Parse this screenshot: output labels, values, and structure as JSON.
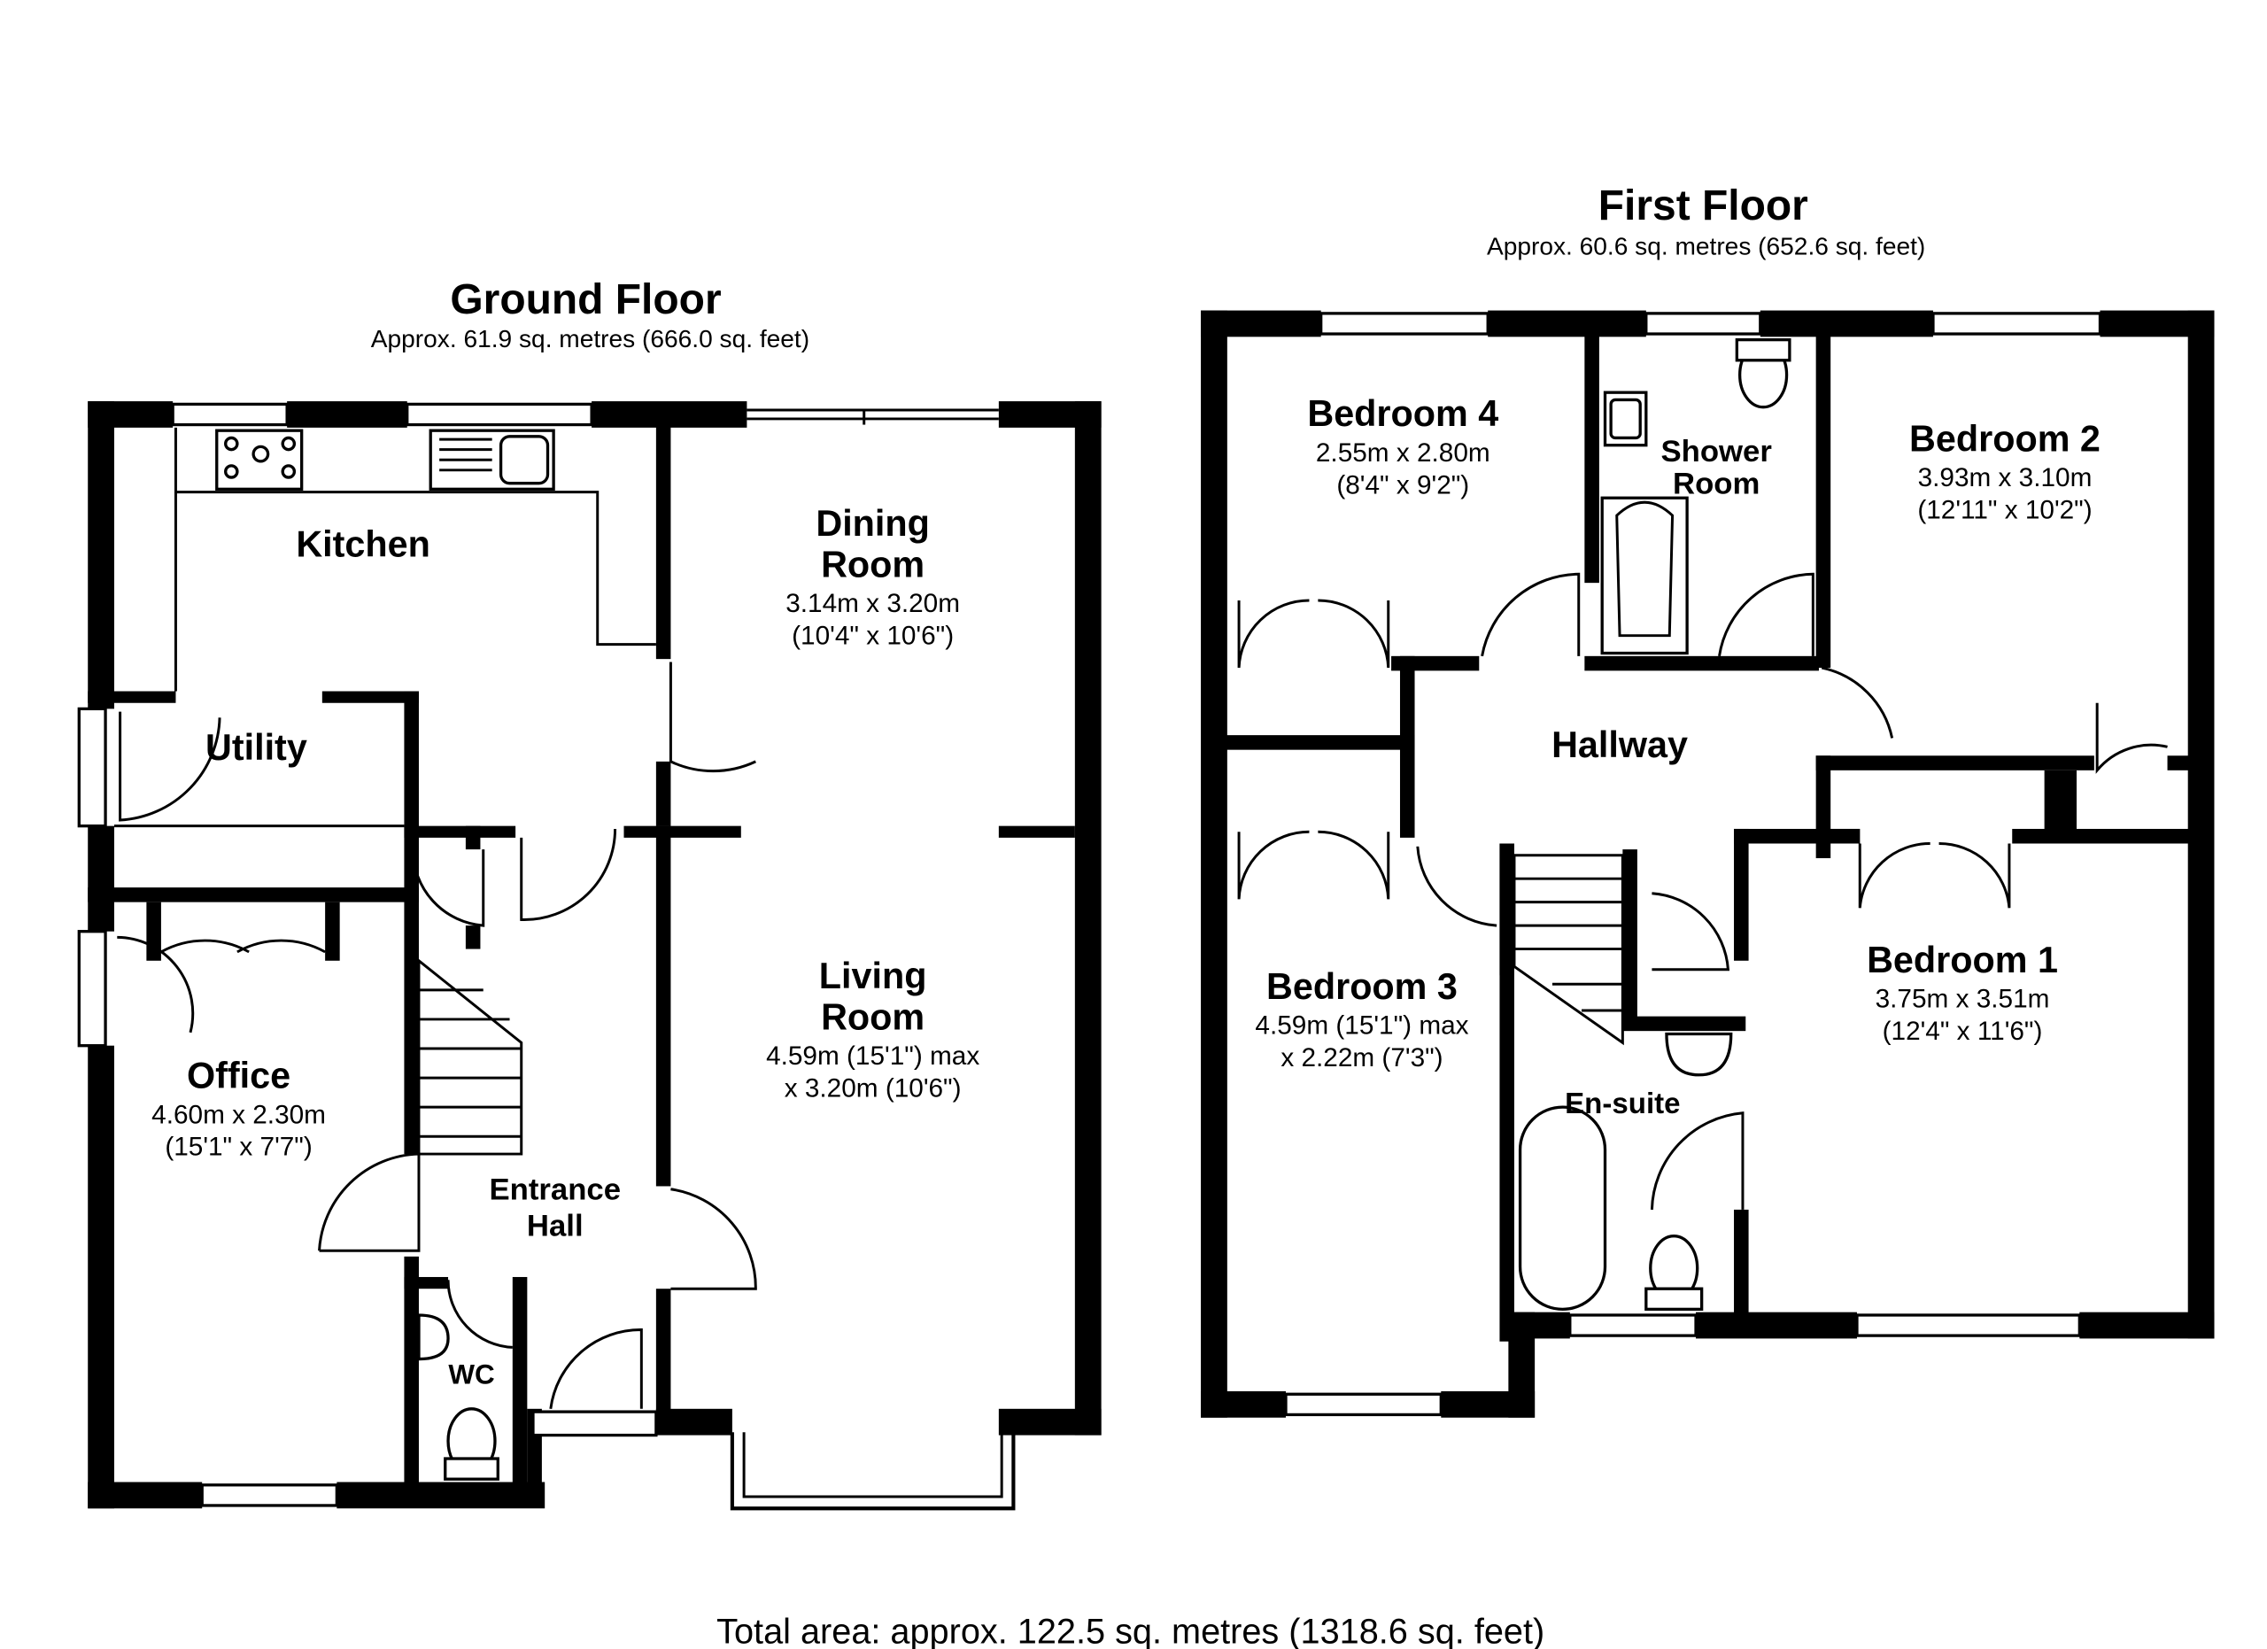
{
  "ground_floor": {
    "title": "Ground Floor",
    "area": "Approx. 61.9 sq. metres (666.0 sq. feet)",
    "rooms": {
      "kitchen": {
        "name": "Kitchen"
      },
      "utility": {
        "name": "Utility"
      },
      "dining": {
        "name_1": "Dining",
        "name_2": "Room",
        "dim_1": "3.14m x 3.20m",
        "dim_2": "(10'4\" x 10'6\")"
      },
      "living": {
        "name_1": "Living",
        "name_2": "Room",
        "dim_1": "4.59m (15'1\") max",
        "dim_2": "x 3.20m (10'6\")"
      },
      "office": {
        "name": "Office",
        "dim_1": "4.60m x 2.30m",
        "dim_2": "(15'1\" x 7'7\")"
      },
      "entrance": {
        "name_1": "Entrance",
        "name_2": "Hall"
      },
      "wc": {
        "name": "WC"
      }
    }
  },
  "first_floor": {
    "title": "First Floor",
    "area": "Approx. 60.6 sq. metres (652.6 sq. feet)",
    "rooms": {
      "bedroom4": {
        "name": "Bedroom 4",
        "dim_1": "2.55m x 2.80m",
        "dim_2": "(8'4\" x 9'2\")"
      },
      "shower": {
        "name_1": "Shower",
        "name_2": "Room"
      },
      "bedroom2": {
        "name": "Bedroom 2",
        "dim_1": "3.93m x 3.10m",
        "dim_2": "(12'11\" x 10'2\")"
      },
      "hallway": {
        "name": "Hallway"
      },
      "bedroom3": {
        "name": "Bedroom 3",
        "dim_1": "4.59m (15'1\") max",
        "dim_2": "x 2.22m (7'3\")"
      },
      "bedroom1": {
        "name": "Bedroom 1",
        "dim_1": "3.75m x 3.51m",
        "dim_2": "(12'4\" x 11'6\")"
      },
      "ensuite": {
        "name": "En-suite"
      }
    }
  },
  "total_area": "Total area: approx. 122.5 sq. metres (1318.6 sq. feet)"
}
